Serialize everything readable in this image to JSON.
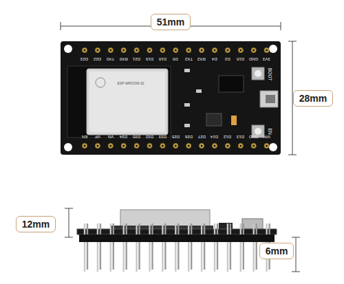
{
  "diagram": {
    "labels": [
      "51mm",
      "28mm",
      "12mm",
      "6mm",
      "BOOT",
      "EN",
      "ESP-WROOM-32",
      "D23",
      "D22",
      "TX0",
      "RX0",
      "D21",
      "D19",
      "D18",
      "D5",
      "TX2",
      "RX2",
      "D4",
      "D2",
      "D15",
      "GND",
      "3V3",
      "EN",
      "VP",
      "VN",
      "D34",
      "D35",
      "D32",
      "D33",
      "D25",
      "D26",
      "D27",
      "D14",
      "D12",
      "D13",
      "GND",
      "VIN"
    ]
  }
}
